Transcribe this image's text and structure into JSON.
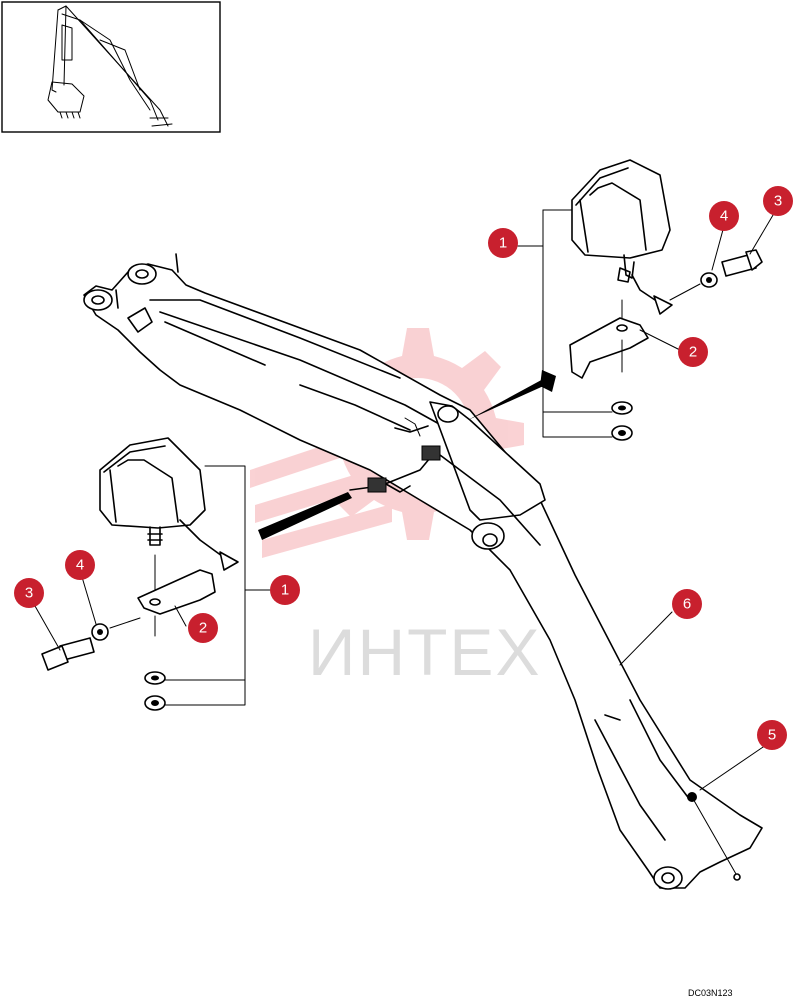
{
  "watermark": {
    "text": "ИНТЕХ",
    "color": "#e8323c"
  },
  "drawing_code": "DC03N123",
  "callout_color": "#c8202e",
  "callouts": [
    {
      "id": "callout-1-right",
      "label": "1"
    },
    {
      "id": "callout-2-right",
      "label": "2"
    },
    {
      "id": "callout-3-right",
      "label": "3"
    },
    {
      "id": "callout-4-right",
      "label": "4"
    },
    {
      "id": "callout-1-left",
      "label": "1"
    },
    {
      "id": "callout-2-left",
      "label": "2"
    },
    {
      "id": "callout-3-left",
      "label": "3"
    },
    {
      "id": "callout-4-left",
      "label": "4"
    },
    {
      "id": "callout-5",
      "label": "5"
    },
    {
      "id": "callout-6",
      "label": "6"
    }
  ]
}
